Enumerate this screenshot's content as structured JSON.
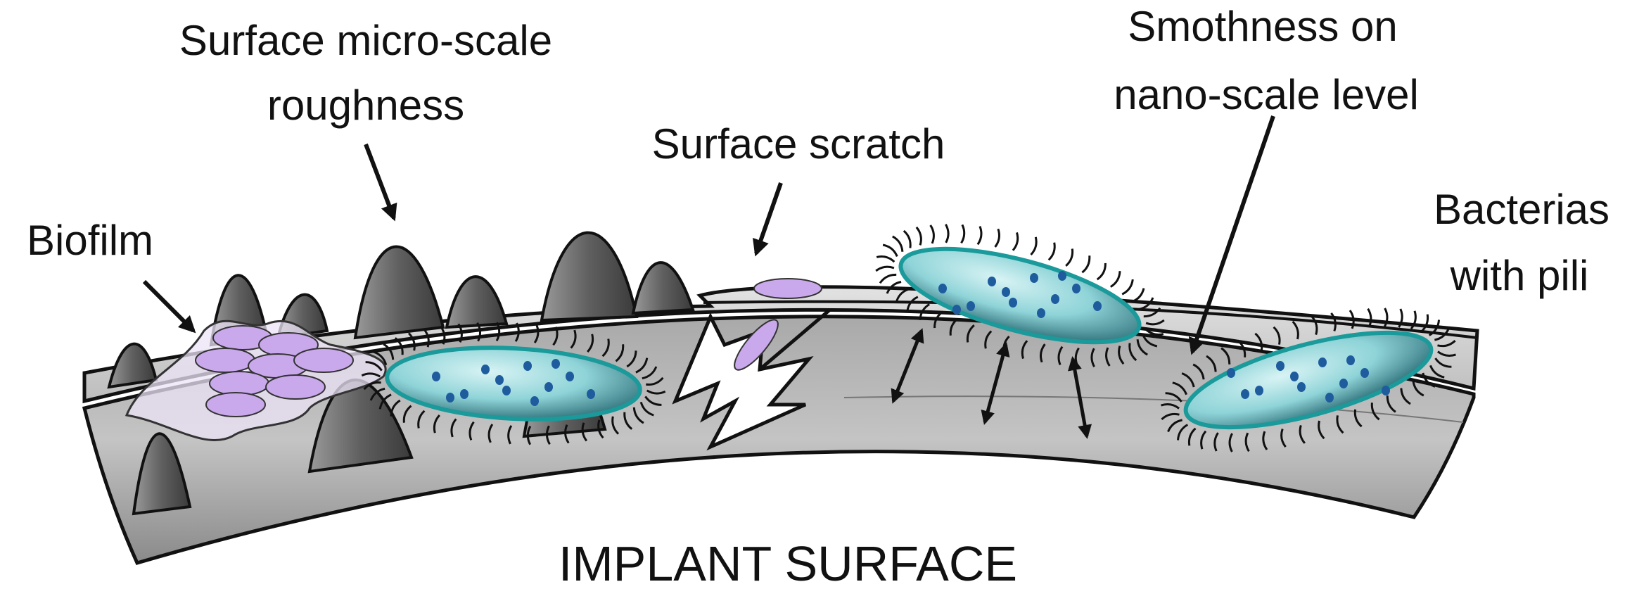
{
  "labels": {
    "roughness_line1": "Surface micro-scale",
    "roughness_line2": "roughness",
    "biofilm": "Biofilm",
    "scratch": "Surface scratch",
    "smoothness_line1": "Smothness on",
    "smoothness_line2": "nano-scale level",
    "bacteria_line1": "Bacterias",
    "bacteria_line2": "with pili"
  },
  "title": "IMPLANT SURFACE",
  "colors": {
    "surface": "#9a9a9a",
    "surface_light": "#d6d6d6",
    "bump": "#6e6e6e",
    "bacteria_fill": "#8fd4d8",
    "bacteria_edge": "#1a9a9a",
    "bacteria_dot": "#1f5c9e",
    "biofilm_cell": "#c9a8ec",
    "outline": "#111111"
  }
}
